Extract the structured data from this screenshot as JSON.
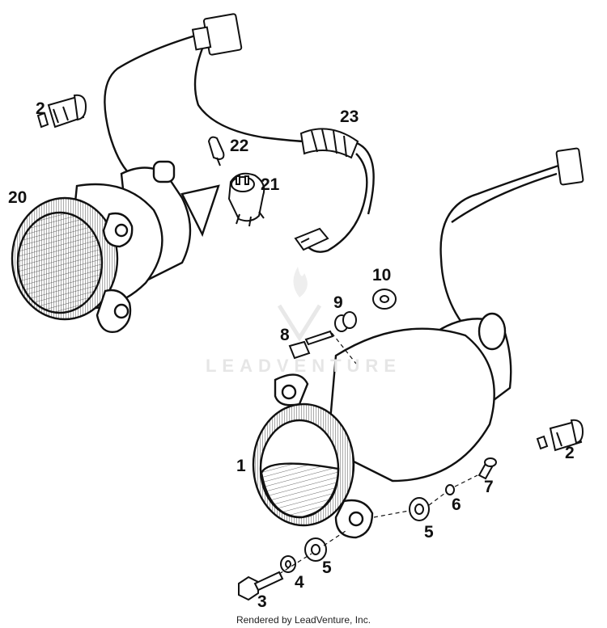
{
  "watermark": {
    "text": "LEADVENTURE"
  },
  "footer": {
    "credit": "Rendered by LeadVenture, Inc."
  },
  "callouts": [
    {
      "id": "callout-1",
      "label": "1"
    },
    {
      "id": "callout-2-left",
      "label": "2"
    },
    {
      "id": "callout-2-right",
      "label": "2"
    },
    {
      "id": "callout-3",
      "label": "3"
    },
    {
      "id": "callout-4",
      "label": "4"
    },
    {
      "id": "callout-5-lower",
      "label": "5"
    },
    {
      "id": "callout-5-right",
      "label": "5"
    },
    {
      "id": "callout-6",
      "label": "6"
    },
    {
      "id": "callout-7",
      "label": "7"
    },
    {
      "id": "callout-8",
      "label": "8"
    },
    {
      "id": "callout-9",
      "label": "9"
    },
    {
      "id": "callout-10",
      "label": "10"
    },
    {
      "id": "callout-20",
      "label": "20"
    },
    {
      "id": "callout-21",
      "label": "21"
    },
    {
      "id": "callout-22",
      "label": "22"
    },
    {
      "id": "callout-23",
      "label": "23"
    }
  ]
}
